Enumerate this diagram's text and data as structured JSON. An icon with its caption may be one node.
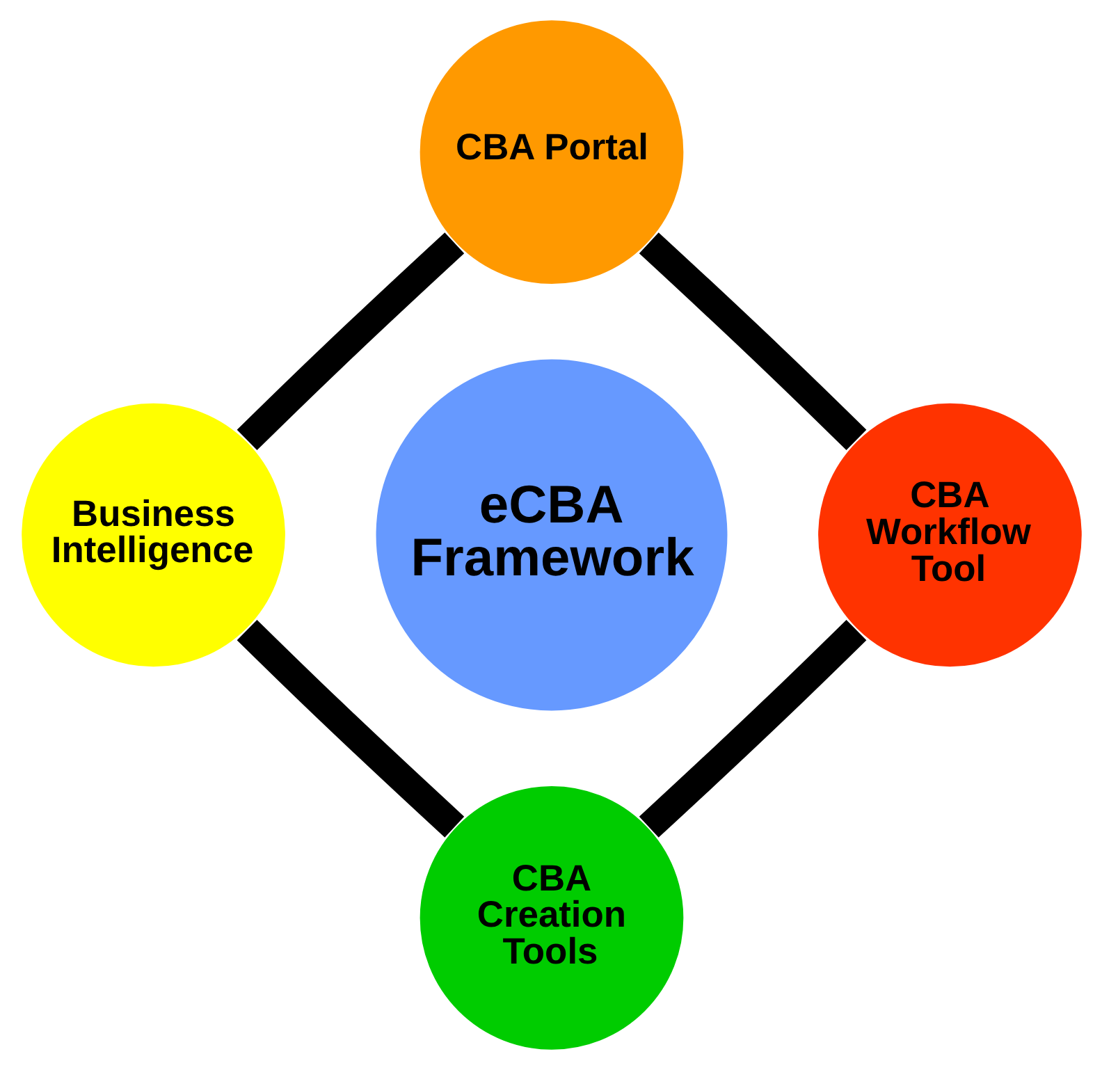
{
  "diagram": {
    "nodes": [
      {
        "text": [
          "CBA Portal"
        ]
      },
      {
        "text": [
          "Business Intelligence"
        ]
      },
      {
        "text": [
          "eCBA Framework"
        ]
      },
      {
        "text": [
          "CBA Workflow Tool"
        ]
      },
      {
        "text": [
          "CBA Creation Tools"
        ]
      }
    ],
    "edges": [
      {
        "from": 0,
        "to": 3,
        "arrow": "none"
      },
      {
        "from": 3,
        "to": 4,
        "arrow": "none"
      },
      {
        "from": 4,
        "to": 1,
        "arrow": "none"
      },
      {
        "from": 1,
        "to": 0,
        "arrow": "none"
      }
    ]
  }
}
